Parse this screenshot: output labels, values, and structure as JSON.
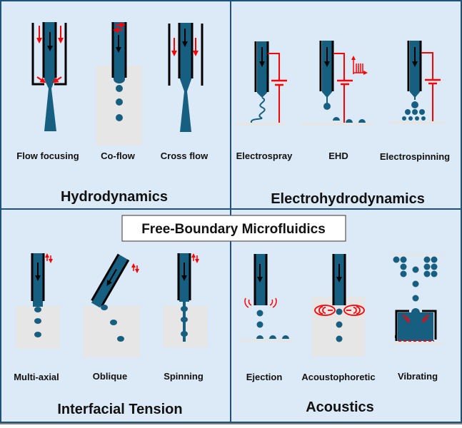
{
  "title": "Free-Boundary Microfluidics",
  "colors": {
    "panel_bg": "#dce9f6",
    "border": "#1f5278",
    "fluid": "#175f81",
    "wall": "#000000",
    "arrow_red": "#ff0000",
    "chamber": "#e6e6e6"
  },
  "quadrants": [
    {
      "id": "hydrodynamics",
      "title": "Hydrodynamics",
      "methods": [
        "Flow focusing",
        "Co-flow",
        "Cross flow"
      ]
    },
    {
      "id": "electrohydrodynamics",
      "title": "Electrohydrodynamics",
      "methods": [
        "Electrospray",
        "EHD",
        "Electrospinning"
      ]
    },
    {
      "id": "interfacial-tension",
      "title": "Interfacial Tension",
      "methods": [
        "Multi-axial",
        "Oblique",
        "Spinning"
      ]
    },
    {
      "id": "acoustics",
      "title": "Acoustics",
      "methods": [
        "Ejection",
        "Acoustophoretic",
        "Vibrating"
      ]
    }
  ],
  "icons": {
    "flow": "down-arrow-icon",
    "sheath_flow": "red-down-arrow-icon",
    "voltage": "battery-icon",
    "pulse": "pulse-waveform-icon",
    "acoustic_wave": "sound-wave-icon",
    "rotation": "rotation-arrows-icon"
  }
}
